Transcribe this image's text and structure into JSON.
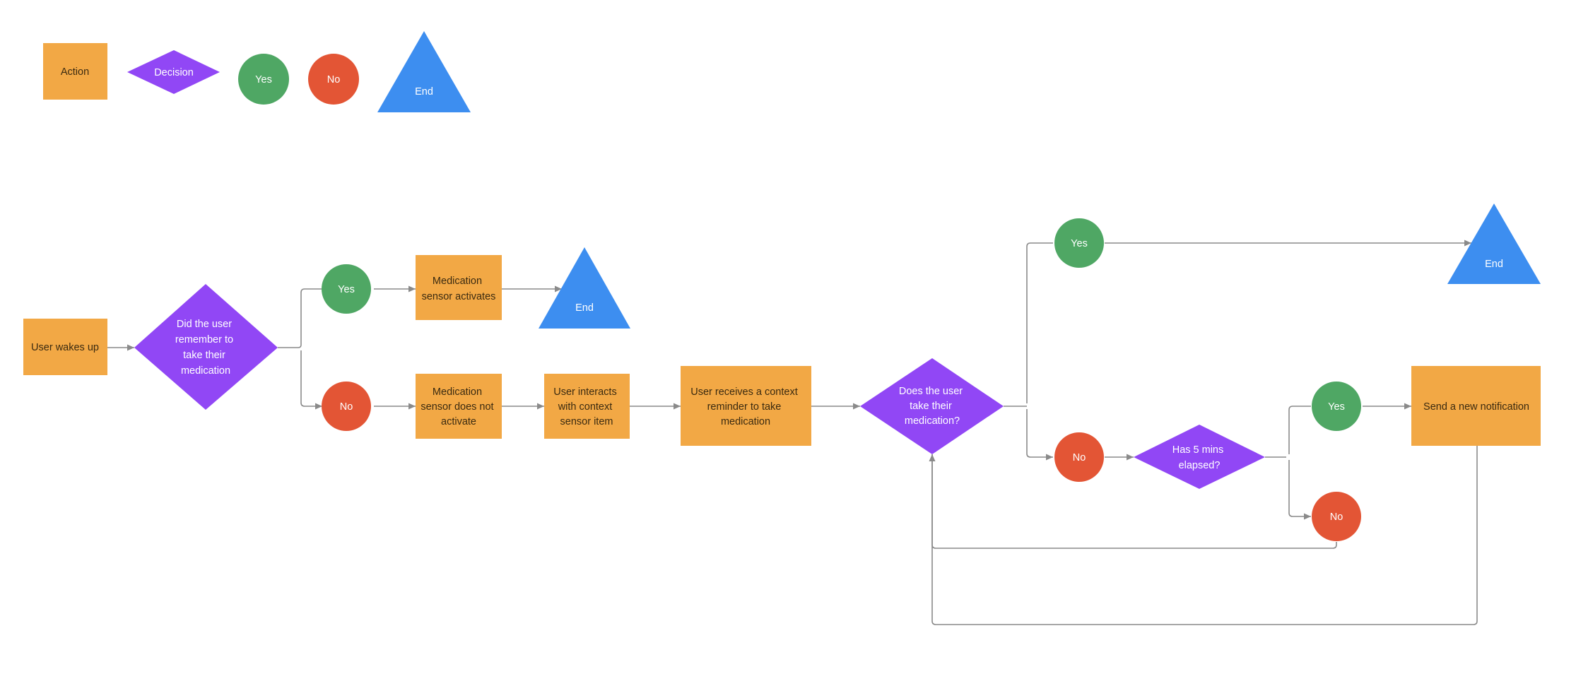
{
  "colors": {
    "action": "#F2A845",
    "decision": "#9147F5",
    "yes": "#4FA764",
    "no": "#E35535",
    "end": "#3D8EF0",
    "connector": "#8A8A8A"
  },
  "legend": {
    "action": "Action",
    "decision": "Decision",
    "yes": "Yes",
    "no": "No",
    "end": "End"
  },
  "flow": {
    "user_wakes_up": "User wakes up",
    "did_user_remember": [
      "Did the user",
      "remember to",
      "take their",
      "medication"
    ],
    "yes_1": "Yes",
    "no_1": "No",
    "sensor_activates": [
      "Medication",
      "sensor activates"
    ],
    "end_1": "End",
    "sensor_not_activate": [
      "Medication",
      "sensor does not",
      "activate"
    ],
    "user_interacts": [
      "User interacts",
      "with context",
      "sensor item"
    ],
    "context_reminder": [
      "User receives a context",
      "reminder to take",
      "medication"
    ],
    "does_user_take": [
      "Does the user",
      "take their",
      "medication?"
    ],
    "yes_2": "Yes",
    "end_2": "End",
    "no_2": "No",
    "five_mins": [
      "Has 5 mins",
      "elapsed?"
    ],
    "yes_3": "Yes",
    "no_3": "No",
    "send_notification": "Send a new notification"
  }
}
